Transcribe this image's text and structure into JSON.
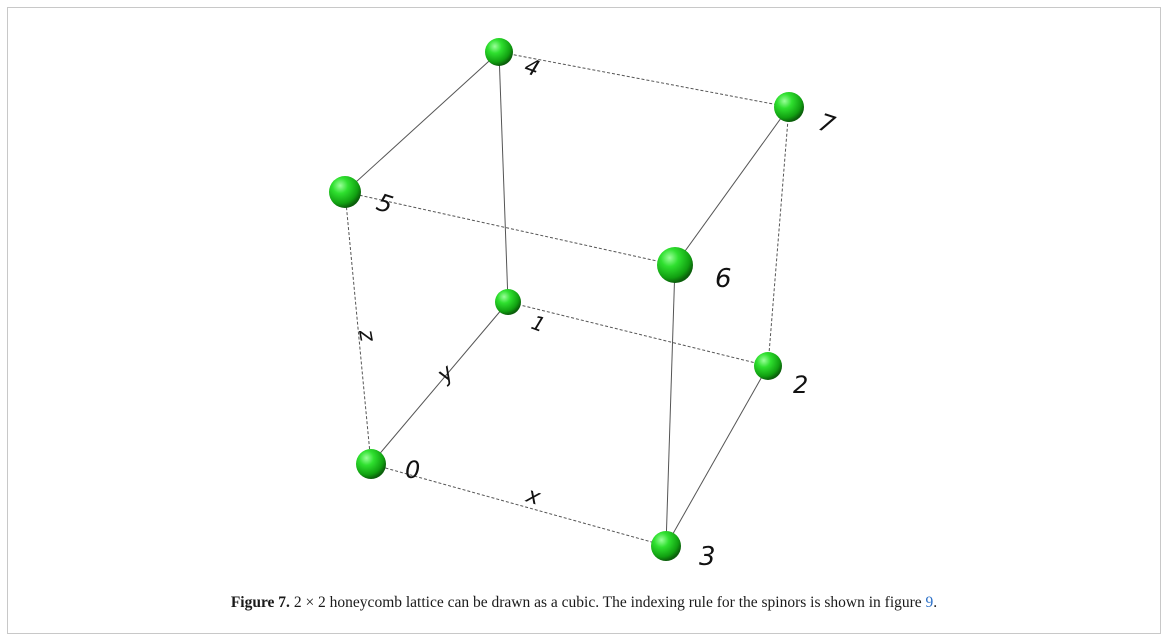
{
  "figure": {
    "nodes": [
      {
        "id": "0",
        "label": "0"
      },
      {
        "id": "1",
        "label": "1"
      },
      {
        "id": "2",
        "label": "2"
      },
      {
        "id": "3",
        "label": "3"
      },
      {
        "id": "4",
        "label": "4"
      },
      {
        "id": "5",
        "label": "5"
      },
      {
        "id": "6",
        "label": "6"
      },
      {
        "id": "7",
        "label": "7"
      }
    ],
    "edges": [
      {
        "from": "0",
        "to": "3",
        "style": "dashed"
      },
      {
        "from": "0",
        "to": "1",
        "style": "solid"
      },
      {
        "from": "0",
        "to": "5",
        "style": "dashed"
      },
      {
        "from": "1",
        "to": "2",
        "style": "dashed"
      },
      {
        "from": "1",
        "to": "4",
        "style": "solid"
      },
      {
        "from": "2",
        "to": "3",
        "style": "solid"
      },
      {
        "from": "2",
        "to": "7",
        "style": "dashed"
      },
      {
        "from": "3",
        "to": "6",
        "style": "solid"
      },
      {
        "from": "4",
        "to": "5",
        "style": "solid"
      },
      {
        "from": "4",
        "to": "7",
        "style": "dashed"
      },
      {
        "from": "5",
        "to": "6",
        "style": "dashed"
      },
      {
        "from": "6",
        "to": "7",
        "style": "solid"
      }
    ],
    "axis_labels": {
      "x": "x",
      "y": "y",
      "z": "z"
    },
    "node_color": "#22cc22",
    "edge_color": "#555555"
  },
  "caption": {
    "label": "Figure 7.",
    "text_before_ref": " 2 × 2 honeycomb lattice can be drawn as a cubic. The indexing rule for the spinors is shown in figure ",
    "ref": "9",
    "text_after_ref": "."
  }
}
